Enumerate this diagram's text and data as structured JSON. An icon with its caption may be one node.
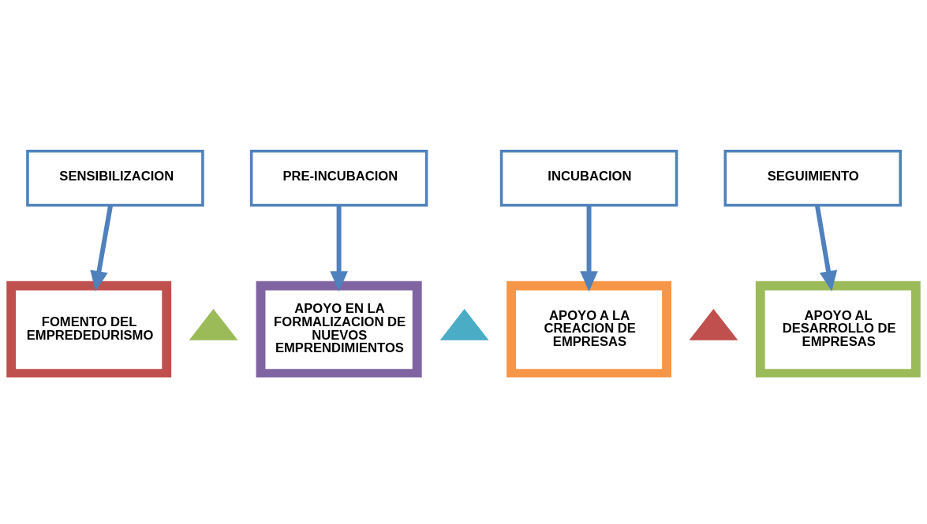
{
  "diagram": {
    "nodes": [
      {
        "text": [
          "SENSIBILIZACION"
        ]
      },
      {
        "text": [
          "PRE-INCUBACION"
        ]
      },
      {
        "text": [
          "INCUBACION"
        ]
      },
      {
        "text": [
          "SEGUIMIENTO"
        ]
      },
      {
        "text": [
          "FOMENTO DEL EMPREDEDURISMO"
        ]
      },
      {
        "text": [],
        "shape": "triangle"
      },
      {
        "text": [
          "APOYO EN LA FORMALIZACION DE NUEVOS EMPRENDIMIENTOS"
        ]
      },
      {
        "text": [],
        "shape": "triangle"
      },
      {
        "text": [
          "APOYO A LA CREACION DE EMPRESAS"
        ]
      },
      {
        "text": [],
        "shape": "triangle"
      },
      {
        "text": [
          "APOYO AL DESARROLLO DE EMPRESAS"
        ]
      }
    ],
    "edges": [
      {
        "from": 0,
        "to": 4,
        "arrow": "to"
      },
      {
        "from": 1,
        "to": 6,
        "arrow": "to"
      },
      {
        "from": 2,
        "to": 8,
        "arrow": "to"
      },
      {
        "from": 3,
        "to": 10,
        "arrow": "to"
      }
    ]
  }
}
